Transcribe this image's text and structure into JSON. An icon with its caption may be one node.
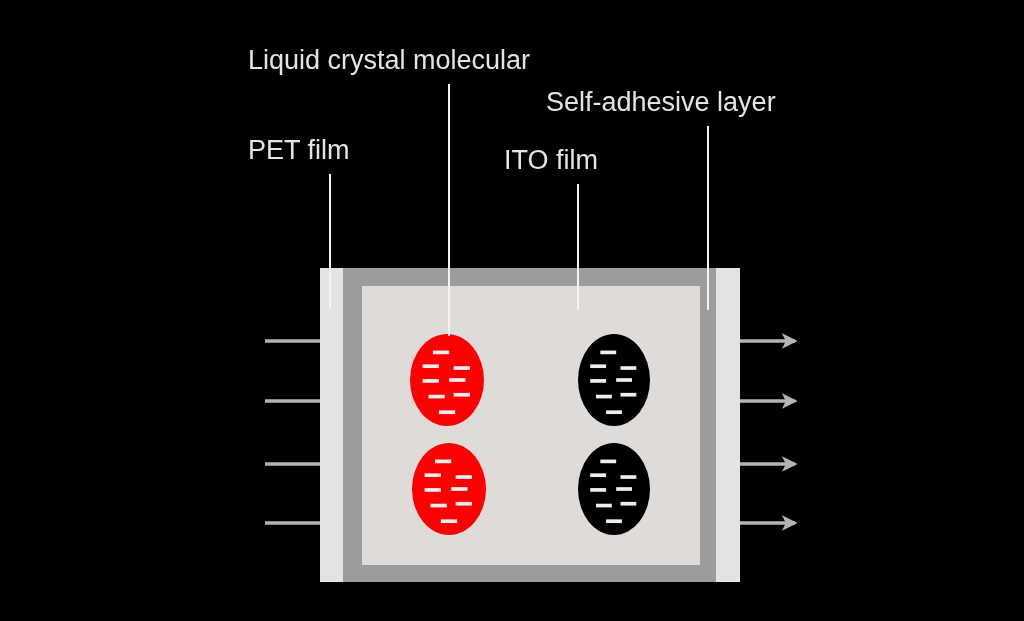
{
  "diagram": {
    "nodes": [
      {
        "text": [
          "PET film"
        ]
      },
      {
        "text": [
          "Liquid crystal molecular"
        ]
      },
      {
        "text": [
          "ITO film"
        ]
      },
      {
        "text": [
          "Self-adhesive layer"
        ]
      },
      {
        "text": [],
        "shape": "bar"
      },
      {
        "text": [],
        "shape": "box"
      },
      {
        "text": [],
        "shape": "box",
        "in": 5
      },
      {
        "text": [],
        "shape": "ellipse",
        "in": 6
      },
      {
        "text": [],
        "shape": "ellipse",
        "in": 6
      },
      {
        "text": [],
        "shape": "ellipse",
        "in": 6
      },
      {
        "text": [],
        "shape": "ellipse",
        "in": 6
      },
      {
        "text": [],
        "shape": "bar"
      }
    ],
    "edges": [
      {
        "from": 0,
        "to": 4,
        "arrow": "none"
      },
      {
        "from": 1,
        "to": 7,
        "arrow": "none"
      },
      {
        "from": 2,
        "to": 6,
        "arrow": "none"
      },
      {
        "from": 3,
        "to": 5,
        "arrow": "none"
      },
      {
        "from": null,
        "to": 4,
        "arrow": "none"
      },
      {
        "from": null,
        "to": 4,
        "arrow": "none"
      },
      {
        "from": null,
        "to": 4,
        "arrow": "none"
      },
      {
        "from": null,
        "to": 4,
        "arrow": "none"
      },
      {
        "from": 11,
        "to": null,
        "arrow": "to"
      },
      {
        "from": 11,
        "to": null,
        "arrow": "to"
      },
      {
        "from": 11,
        "to": null,
        "arrow": "to"
      },
      {
        "from": 11,
        "to": null,
        "arrow": "to"
      }
    ]
  }
}
